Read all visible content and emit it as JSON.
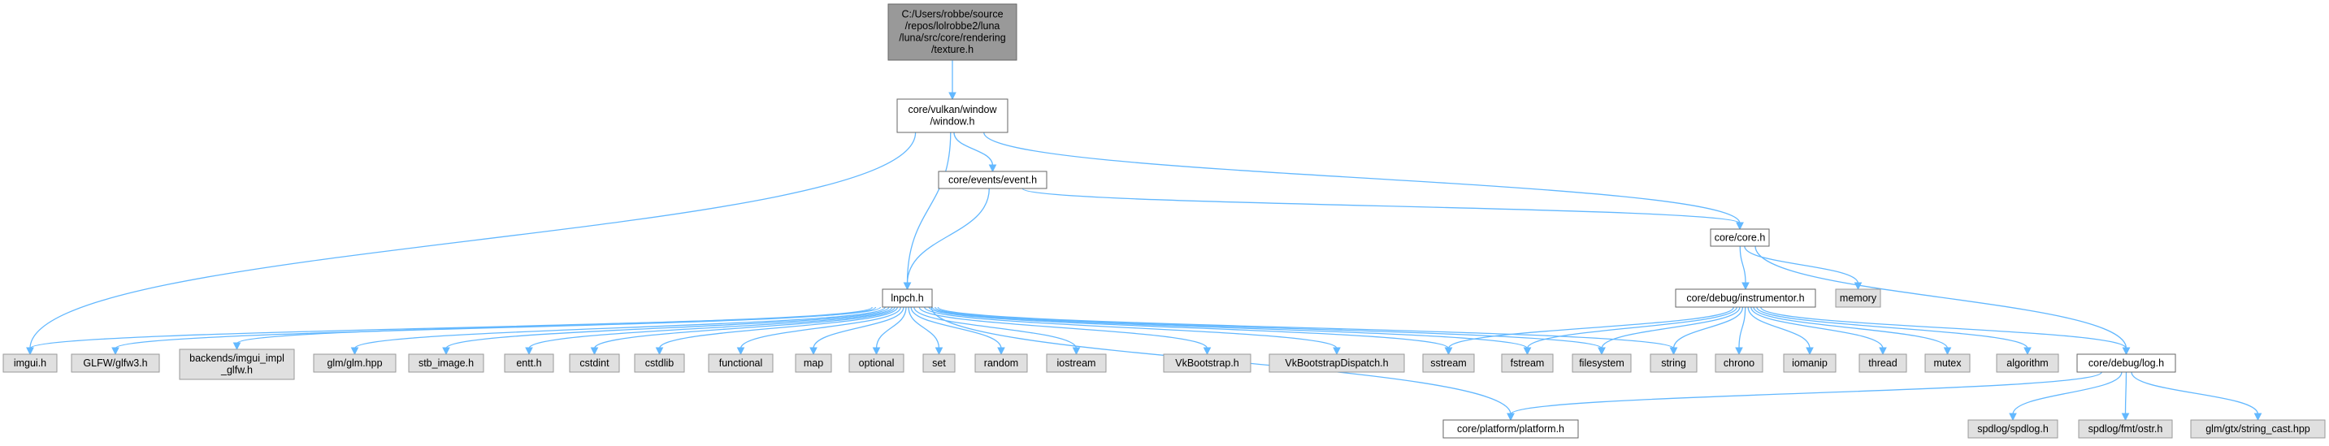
{
  "colors": {
    "edge": "#63b8ff",
    "root_fill": "#999999",
    "root_stroke": "#666666",
    "file_fill": "#ffffff",
    "file_stroke": "#666666",
    "system_fill": "#e0e0e0",
    "system_stroke": "#999999"
  },
  "nodes": [
    {
      "id": "texture",
      "kind": "root",
      "lines": [
        "C:/Users/robbe/source",
        "/repos/lolrobbe2/luna",
        "/luna/src/core/rendering",
        "/texture.h"
      ]
    },
    {
      "id": "window",
      "kind": "file",
      "lines": [
        "core/vulkan/window",
        "/window.h"
      ]
    },
    {
      "id": "event",
      "kind": "file",
      "lines": [
        "core/events/event.h"
      ]
    },
    {
      "id": "core",
      "kind": "file",
      "lines": [
        "core/core.h"
      ]
    },
    {
      "id": "lnpch",
      "kind": "file",
      "lines": [
        "lnpch.h"
      ]
    },
    {
      "id": "instrumentor",
      "kind": "file",
      "lines": [
        "core/debug/instrumentor.h"
      ]
    },
    {
      "id": "memory",
      "kind": "system",
      "lines": [
        "memory"
      ]
    },
    {
      "id": "imgui",
      "kind": "system",
      "lines": [
        "imgui.h"
      ]
    },
    {
      "id": "glfw",
      "kind": "system",
      "lines": [
        "GLFW/glfw3.h"
      ]
    },
    {
      "id": "imgui_glfw",
      "kind": "system",
      "lines": [
        "backends/imgui_impl",
        "_glfw.h"
      ]
    },
    {
      "id": "glm",
      "kind": "system",
      "lines": [
        "glm/glm.hpp"
      ]
    },
    {
      "id": "stb",
      "kind": "system",
      "lines": [
        "stb_image.h"
      ]
    },
    {
      "id": "entt",
      "kind": "system",
      "lines": [
        "entt.h"
      ]
    },
    {
      "id": "cstdint",
      "kind": "system",
      "lines": [
        "cstdint"
      ]
    },
    {
      "id": "cstdlib",
      "kind": "system",
      "lines": [
        "cstdlib"
      ]
    },
    {
      "id": "functional",
      "kind": "system",
      "lines": [
        "functional"
      ]
    },
    {
      "id": "map",
      "kind": "system",
      "lines": [
        "map"
      ]
    },
    {
      "id": "optional",
      "kind": "system",
      "lines": [
        "optional"
      ]
    },
    {
      "id": "set",
      "kind": "system",
      "lines": [
        "set"
      ]
    },
    {
      "id": "random",
      "kind": "system",
      "lines": [
        "random"
      ]
    },
    {
      "id": "iostream",
      "kind": "system",
      "lines": [
        "iostream"
      ]
    },
    {
      "id": "vkbootstrap",
      "kind": "system",
      "lines": [
        "VkBootstrap.h"
      ]
    },
    {
      "id": "vkdispatch",
      "kind": "system",
      "lines": [
        "VkBootstrapDispatch.h"
      ]
    },
    {
      "id": "sstream",
      "kind": "system",
      "lines": [
        "sstream"
      ]
    },
    {
      "id": "fstream",
      "kind": "system",
      "lines": [
        "fstream"
      ]
    },
    {
      "id": "filesystem",
      "kind": "system",
      "lines": [
        "filesystem"
      ]
    },
    {
      "id": "string",
      "kind": "system",
      "lines": [
        "string"
      ]
    },
    {
      "id": "chrono",
      "kind": "system",
      "lines": [
        "chrono"
      ]
    },
    {
      "id": "iomanip",
      "kind": "system",
      "lines": [
        "iomanip"
      ]
    },
    {
      "id": "thread",
      "kind": "system",
      "lines": [
        "thread"
      ]
    },
    {
      "id": "mutex",
      "kind": "system",
      "lines": [
        "mutex"
      ]
    },
    {
      "id": "algorithm",
      "kind": "system",
      "lines": [
        "algorithm"
      ]
    },
    {
      "id": "log",
      "kind": "file",
      "lines": [
        "core/debug/log.h"
      ]
    },
    {
      "id": "platform",
      "kind": "file",
      "lines": [
        "core/platform/platform.h"
      ]
    },
    {
      "id": "spdlog",
      "kind": "system",
      "lines": [
        "spdlog/spdlog.h"
      ]
    },
    {
      "id": "ostr",
      "kind": "system",
      "lines": [
        "spdlog/fmt/ostr.h"
      ]
    },
    {
      "id": "string_cast",
      "kind": "system",
      "lines": [
        "glm/gtx/string_cast.hpp"
      ]
    }
  ],
  "edges": [
    [
      "texture",
      "window"
    ],
    [
      "window",
      "imgui"
    ],
    [
      "window",
      "lnpch"
    ],
    [
      "window",
      "event"
    ],
    [
      "window",
      "core"
    ],
    [
      "event",
      "lnpch"
    ],
    [
      "event",
      "core"
    ],
    [
      "core",
      "instrumentor"
    ],
    [
      "core",
      "memory"
    ],
    [
      "core",
      "log"
    ],
    [
      "lnpch",
      "imgui"
    ],
    [
      "lnpch",
      "glfw"
    ],
    [
      "lnpch",
      "imgui_glfw"
    ],
    [
      "lnpch",
      "glm"
    ],
    [
      "lnpch",
      "stb"
    ],
    [
      "lnpch",
      "entt"
    ],
    [
      "lnpch",
      "cstdint"
    ],
    [
      "lnpch",
      "cstdlib"
    ],
    [
      "lnpch",
      "functional"
    ],
    [
      "lnpch",
      "map"
    ],
    [
      "lnpch",
      "optional"
    ],
    [
      "lnpch",
      "set"
    ],
    [
      "lnpch",
      "random"
    ],
    [
      "lnpch",
      "iostream"
    ],
    [
      "lnpch",
      "vkbootstrap"
    ],
    [
      "lnpch",
      "vkdispatch"
    ],
    [
      "lnpch",
      "sstream"
    ],
    [
      "lnpch",
      "fstream"
    ],
    [
      "lnpch",
      "filesystem"
    ],
    [
      "lnpch",
      "string"
    ],
    [
      "lnpch",
      "platform"
    ],
    [
      "instrumentor",
      "sstream"
    ],
    [
      "instrumentor",
      "fstream"
    ],
    [
      "instrumentor",
      "filesystem"
    ],
    [
      "instrumentor",
      "string"
    ],
    [
      "instrumentor",
      "chrono"
    ],
    [
      "instrumentor",
      "iomanip"
    ],
    [
      "instrumentor",
      "thread"
    ],
    [
      "instrumentor",
      "mutex"
    ],
    [
      "instrumentor",
      "algorithm"
    ],
    [
      "instrumentor",
      "log"
    ],
    [
      "log",
      "platform"
    ],
    [
      "log",
      "spdlog"
    ],
    [
      "log",
      "ostr"
    ],
    [
      "log",
      "string_cast"
    ]
  ]
}
